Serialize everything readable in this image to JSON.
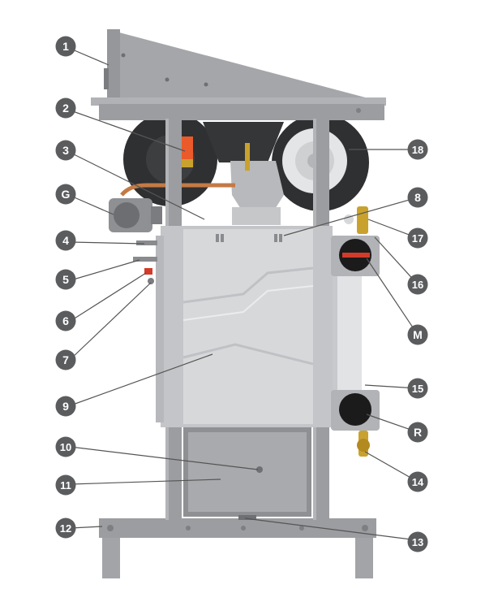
{
  "colors": {
    "frame": "#9c9da0",
    "frame_dark": "#8a8b8e",
    "hopper": "#a5a6a9",
    "body": "#d7d8da",
    "body_shade": "#c4c5c8",
    "fan_dark": "#2f3032",
    "badge": "#5b5c5e",
    "badge_text": "#ffffff",
    "leader": "#555555",
    "copper": "#c47a45",
    "brass": "#c9a22e"
  },
  "callouts": [
    {
      "id": "c1",
      "label": "1"
    },
    {
      "id": "c2",
      "label": "2"
    },
    {
      "id": "c3",
      "label": "3"
    },
    {
      "id": "cG",
      "label": "G"
    },
    {
      "id": "c4",
      "label": "4"
    },
    {
      "id": "c5",
      "label": "5"
    },
    {
      "id": "c6",
      "label": "6"
    },
    {
      "id": "c7",
      "label": "7"
    },
    {
      "id": "c9",
      "label": "9"
    },
    {
      "id": "c10",
      "label": "10"
    },
    {
      "id": "c11",
      "label": "11"
    },
    {
      "id": "c12",
      "label": "12"
    },
    {
      "id": "c18",
      "label": "18"
    },
    {
      "id": "c8",
      "label": "8"
    },
    {
      "id": "c17",
      "label": "17"
    },
    {
      "id": "c16",
      "label": "16"
    },
    {
      "id": "cM",
      "label": "M"
    },
    {
      "id": "c15",
      "label": "15"
    },
    {
      "id": "cR",
      "label": "R"
    },
    {
      "id": "c14",
      "label": "14"
    },
    {
      "id": "c13",
      "label": "13"
    }
  ]
}
